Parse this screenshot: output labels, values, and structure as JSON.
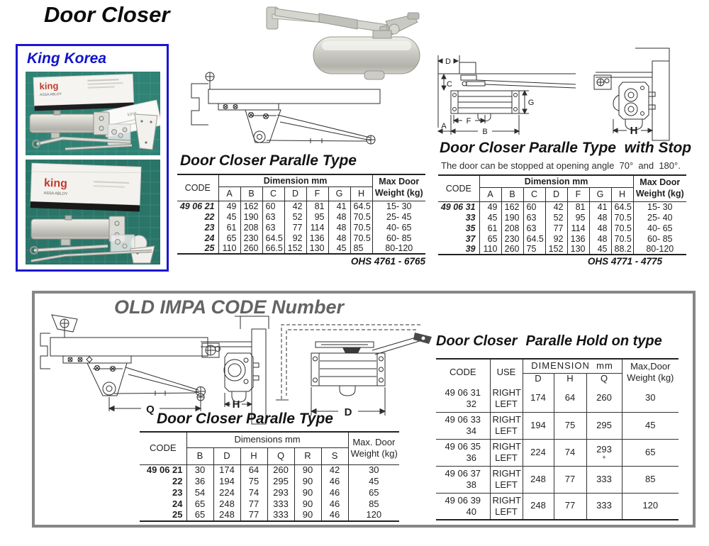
{
  "page": {
    "title": "Door Closer"
  },
  "king_korea": {
    "label": "King Korea",
    "box_brand": "king",
    "box_sub": "ASSA ABLOY"
  },
  "top_table": {
    "title": "Door Closer Paralle Type",
    "code_header": "CODE",
    "dim_header": "Dimension mm",
    "dim_cols": [
      "A",
      "B",
      "C",
      "D",
      "F",
      "G",
      "H"
    ],
    "weight_header_line1": "Max Door",
    "weight_header_line2": "Weight (kg)",
    "rows": [
      {
        "code": "49 06 21",
        "dims": [
          "49",
          "162",
          "60",
          "42",
          "81",
          "41",
          "64.5"
        ],
        "weight": "15- 30"
      },
      {
        "code": "22",
        "dims": [
          "45",
          "190",
          "63",
          "52",
          "95",
          "48",
          "70.5"
        ],
        "weight": "25- 45"
      },
      {
        "code": "23",
        "dims": [
          "61",
          "208",
          "63",
          "77",
          "114",
          "48",
          "70.5"
        ],
        "weight": "40- 65"
      },
      {
        "code": "24",
        "dims": [
          "65",
          "230",
          "64.5",
          "92",
          "136",
          "48",
          "70.5"
        ],
        "weight": "60- 85"
      },
      {
        "code": "25",
        "dims": [
          "110",
          "260",
          "66.5",
          "152",
          "130",
          "45",
          "85"
        ],
        "weight": "80-120"
      }
    ],
    "footer": "OHS 4761 - 6765"
  },
  "stop_table": {
    "title": "Door Closer Paralle Type  with Stop",
    "subtitle": "The door can be stopped at opening angle  70°  and  180°.",
    "code_header": "CODE",
    "dim_header": "Dimension mm",
    "dim_cols": [
      "A",
      "B",
      "C",
      "D",
      "F",
      "G",
      "H"
    ],
    "weight_header_line1": "Max Door",
    "weight_header_line2": "Weight (kg)",
    "rows": [
      {
        "code": "49 06 31",
        "dims": [
          "49",
          "162",
          "60",
          "42",
          "81",
          "41",
          "64.5"
        ],
        "weight": "15- 30"
      },
      {
        "code": "33",
        "dims": [
          "45",
          "190",
          "63",
          "52",
          "95",
          "48",
          "70.5"
        ],
        "weight": "25- 40"
      },
      {
        "code": "35",
        "dims": [
          "61",
          "208",
          "63",
          "77",
          "114",
          "48",
          "70.5"
        ],
        "weight": "40- 65"
      },
      {
        "code": "37",
        "dims": [
          "65",
          "230",
          "64.5",
          "92",
          "136",
          "48",
          "70.5"
        ],
        "weight": "60- 85"
      },
      {
        "code": "39",
        "dims": [
          "110",
          "260",
          "75",
          "152",
          "130",
          "45",
          "88.2"
        ],
        "weight": "80-120"
      }
    ],
    "footer": "OHS 4771 - 4775"
  },
  "old_impa": {
    "title": "OLD IMPA CODE Number",
    "paralle_table": {
      "title": "Door Closer Paralle Type",
      "code_header": "CODE",
      "dim_header": "Dimensions mm",
      "dim_cols": [
        "B",
        "D",
        "H",
        "Q",
        "R",
        "S"
      ],
      "weight_header_line1": "Max. Door",
      "weight_header_line2": "Weight (kg)",
      "rows": [
        {
          "code": "49 06 21",
          "dims": [
            "30",
            "174",
            "64",
            "260",
            "90",
            "42"
          ],
          "weight": "30"
        },
        {
          "code": "22",
          "dims": [
            "36",
            "194",
            "75",
            "295",
            "90",
            "46"
          ],
          "weight": "45"
        },
        {
          "code": "23",
          "dims": [
            "54",
            "224",
            "74",
            "293",
            "90",
            "46"
          ],
          "weight": "65"
        },
        {
          "code": "24",
          "dims": [
            "65",
            "248",
            "77",
            "333",
            "90",
            "46"
          ],
          "weight": "85"
        },
        {
          "code": "25",
          "dims": [
            "65",
            "248",
            "77",
            "333",
            "90",
            "46"
          ],
          "weight": "120"
        }
      ]
    },
    "hold_table": {
      "title_main": "Door Closer",
      "title_rest": "Paralle Hold on type",
      "code_header": "CODE",
      "use_header": "USE",
      "dim_header": "DIMENSION  mm",
      "dim_cols": [
        "D",
        "H",
        "Q"
      ],
      "weight_header_line1": "Max,Door",
      "weight_header_line2": "Weight (kg)",
      "rows": [
        {
          "code_top": "49 06 31",
          "code_bottom": "32",
          "use_top": "RIGHT",
          "use_bottom": "LEFT",
          "d": "174",
          "h": "64",
          "q": "260",
          "q_note": "",
          "weight": "30"
        },
        {
          "code_top": "49 06 33",
          "code_bottom": "34",
          "use_top": "RIGHT",
          "use_bottom": "LEFT",
          "d": "194",
          "h": "75",
          "q": "295",
          "q_note": "",
          "weight": "45"
        },
        {
          "code_top": "49 06 35",
          "code_bottom": "36",
          "use_top": "RIGHT",
          "use_bottom": "LEFT",
          "d": "224",
          "h": "74",
          "q": "293",
          "q_note": "+",
          "weight": "65"
        },
        {
          "code_top": "49 06 37",
          "code_bottom": "38",
          "use_top": "RIGHT",
          "use_bottom": "LEFT",
          "d": "248",
          "h": "77",
          "q": "333",
          "q_note": "",
          "weight": "85"
        },
        {
          "code_top": "49 06 39",
          "code_bottom": "40",
          "use_top": "RIGHT",
          "use_bottom": "LEFT",
          "d": "248",
          "h": "77",
          "q": "333",
          "q_note": "",
          "weight": "120"
        }
      ]
    }
  },
  "diagram_labels": {
    "front": {
      "d": "D",
      "c": "C",
      "g": "G",
      "f": "F",
      "b": "B",
      "a": "A"
    },
    "side": {
      "h": "H"
    },
    "impa_front": {
      "q": "Q"
    },
    "impa_side": {
      "h": "H"
    },
    "impa_plan": {
      "d": "D"
    }
  },
  "colors": {
    "brand_blue": "#1a17d1",
    "king_red": "#c23b2e",
    "impa_gray": "#636363",
    "mat_green": "#2f8274"
  }
}
